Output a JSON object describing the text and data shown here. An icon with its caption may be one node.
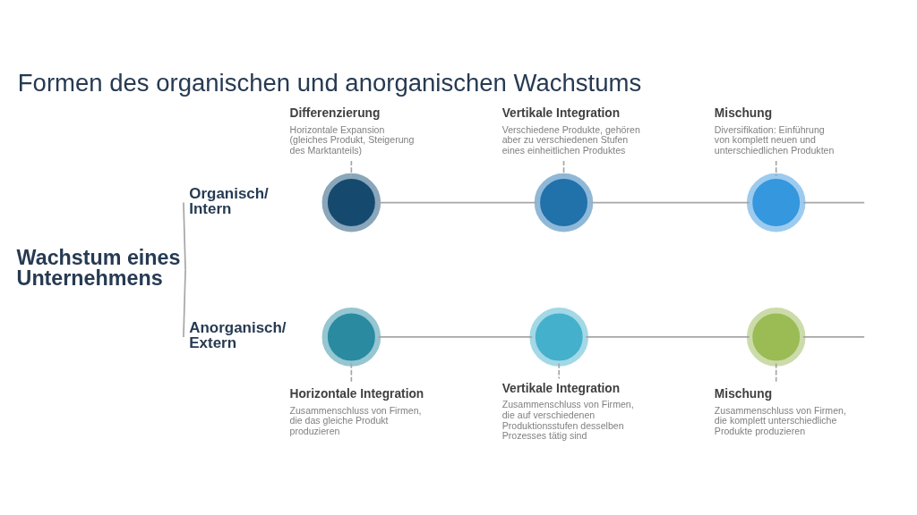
{
  "diagram": {
    "title": "Formen des organischen und anorganischen Wachstums",
    "nodes": [
      {
        "text": [
          "Wachstum eines Unternehmens"
        ]
      },
      {
        "text": [
          "Organisch/ Intern"
        ]
      },
      {
        "text": [
          "Anorganisch/ Extern"
        ]
      },
      {
        "text": [
          "Differenzierung",
          "Horizontale Expansion (gleiches Produkt, Steigerung des Marktanteils)"
        ]
      },
      {
        "text": [
          "Vertikale Integration",
          "Verschiedene Produkte, gehören aber zu verschiedenen Stufen eines einheitlichen Produktes"
        ]
      },
      {
        "text": [
          "Mischung",
          "Diversifikation: Einführung von komplett neuen und unterschiedlichen Produkten"
        ]
      },
      {
        "text": [],
        "shape": "circle"
      },
      {
        "text": [],
        "shape": "circle"
      },
      {
        "text": [],
        "shape": "circle"
      },
      {
        "text": [],
        "shape": "circle"
      },
      {
        "text": [],
        "shape": "circle"
      },
      {
        "text": [],
        "shape": "circle"
      },
      {
        "text": [
          "Horizontale Integration",
          "Zusammenschluss von Firmen, die das gleiche Produkt produzieren"
        ]
      },
      {
        "text": [
          "Vertikale Integration",
          "Zusammenschluss von Firmen, die auf verschiedenen Produktionsstufen desselben Prozesses tätig sind"
        ]
      },
      {
        "text": [
          "Mischung",
          "Zusammenschluss von Firmen, die komplett unterschiedliche Produkte produzieren"
        ]
      }
    ],
    "edges": [
      {
        "from": 1,
        "to": 0,
        "arrow": "none"
      },
      {
        "from": 0,
        "to": 2,
        "arrow": "none"
      },
      {
        "from": 3,
        "to": 6,
        "arrow": "none",
        "style": "dashed"
      },
      {
        "from": 4,
        "to": 7,
        "arrow": "none",
        "style": "dashed"
      },
      {
        "from": 5,
        "to": 8,
        "arrow": "none",
        "style": "dashed"
      },
      {
        "from": 6,
        "to": 7,
        "arrow": "none"
      },
      {
        "from": 7,
        "to": 8,
        "arrow": "none"
      },
      {
        "from": 8,
        "to": null,
        "arrow": "none"
      },
      {
        "from": 9,
        "to": 10,
        "arrow": "none"
      },
      {
        "from": 10,
        "to": 11,
        "arrow": "none"
      },
      {
        "from": 11,
        "to": null,
        "arrow": "none"
      },
      {
        "from": 9,
        "to": 12,
        "arrow": "none",
        "style": "dashed"
      },
      {
        "from": 10,
        "to": 13,
        "arrow": "none",
        "style": "dashed"
      },
      {
        "from": 11,
        "to": 14,
        "arrow": "none",
        "style": "dashed"
      }
    ]
  }
}
